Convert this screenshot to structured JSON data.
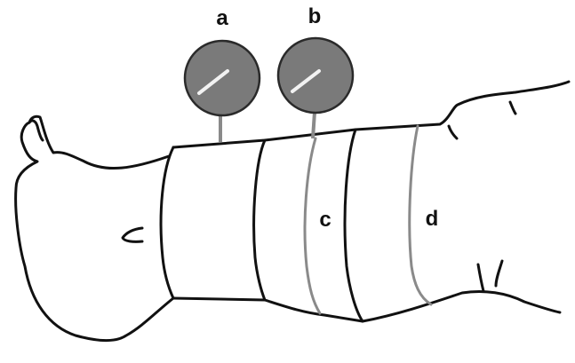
{
  "labels": {
    "gauge_a": "a",
    "gauge_b": "b",
    "band_c": "c",
    "band_d": "d"
  },
  "colors": {
    "outline": "#111111",
    "gauge_face": "#7a7a7a",
    "gray_band": "#8a8a8a"
  }
}
